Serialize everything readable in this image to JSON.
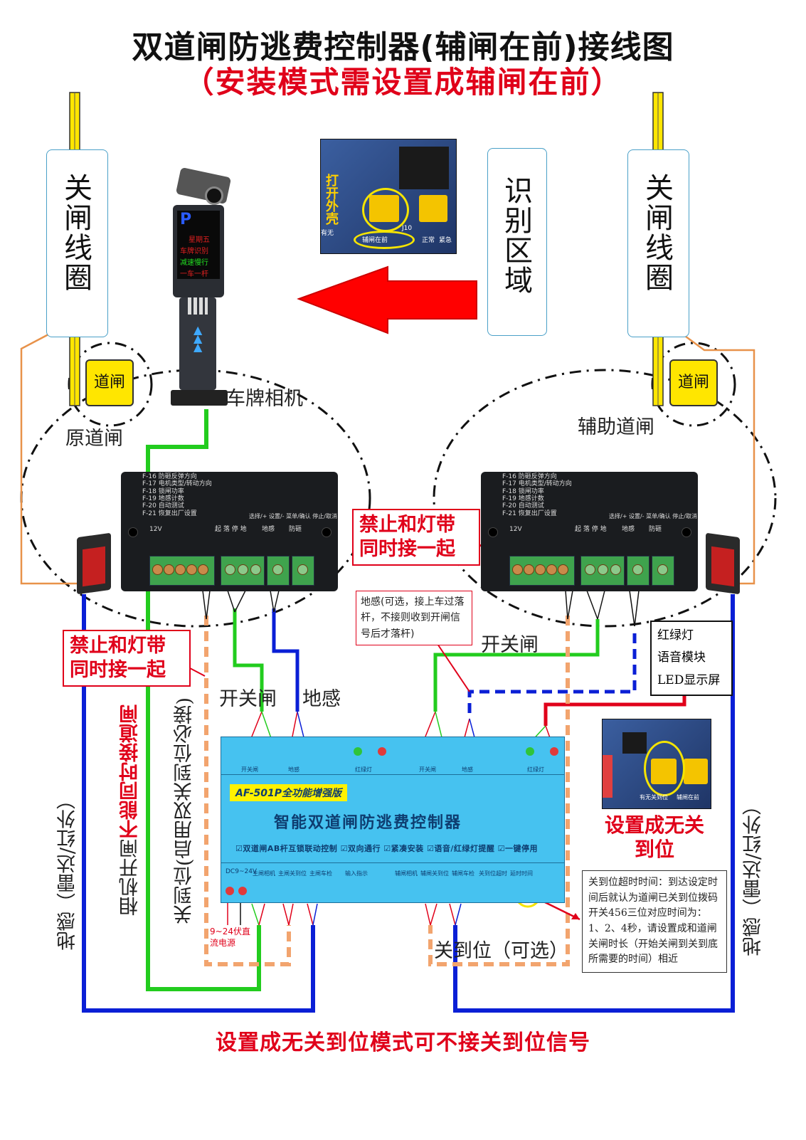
{
  "title": "双道闸防逃费控制器(辅闸在前)接线图",
  "subtitle": "（安装模式需设置成辅闸在前）",
  "labels": {
    "coil_left": "关闸线圈",
    "coil_right": "关闸线圈",
    "recognition_area": "识别区域",
    "gate": "道闸",
    "camera": "车牌相机",
    "original_gate": "原道闸",
    "aux_gate": "辅助道闸",
    "ban_left": "禁止和灯带同时接一起",
    "ban_right": "禁止和灯带同时接一起",
    "ground_sensor_note": "地感(可选，接上车过落杆，不接则收到开闸信号后才落杆)",
    "open_close_left": "开关闸",
    "ground_left": "地感",
    "open_close_right": "开关闸",
    "peripherals": [
      "红绿灯",
      "语音模块",
      "LED显示屏"
    ],
    "set_no_close": "设置成无关到位",
    "close_timeout_info": "关到位超时时间：到达设定时间后就认为道闸已关到位拨码开关456三位对应时间为：1、2、4秒，请设置成和道闸关闸时长（开始关闸到关到底所需要的时间）相近",
    "close_optional": "关到位（可选）",
    "close_required": "关到位(启用双关到位必接)",
    "camera_open_prefix": "相机开闸",
    "camera_open_warning": "不能同时接道闸",
    "ground_radar_left": "地感（雷达/红外）",
    "ground_radar_right": "地感（雷达/红外）",
    "power_note": "9~24伏直流电源",
    "footer": "设置成无关到位模式可不接关到位信号"
  },
  "camera_screen": {
    "p": "P",
    "lines": [
      "星期五",
      "车牌识别",
      "减速慢行",
      "一车一杆"
    ]
  },
  "photo_board": {
    "labels": [
      "打开外壳",
      "有无",
      "辅闸在前",
      "正常",
      "紧急",
      "J10"
    ]
  },
  "photo_board2": {
    "labels": [
      "有无关到位",
      "辅闸在前"
    ]
  },
  "controller_panel": {
    "menu_left": [
      "F-16 防砸反弹方向",
      "F-17 电机类型/转动方向",
      "F-18 锁闸功率",
      "F-19 地感计数",
      "F-20 自动测试",
      "F-21 恢复出厂设置"
    ],
    "menu_right": [
      "F-16 防砸反弹方向",
      "F-17 电机类型/转动方向",
      "F-18 锁闸功率",
      "F-19 地感计数",
      "F-20 自动测试",
      "F-21 恢复出厂设置"
    ],
    "key_labels": "选择/+  设置/-  菜单/确认  停止/取消",
    "terminal_groups": [
      "12V",
      "起 落 停 地",
      "地感",
      "防砸"
    ]
  },
  "main_controller": {
    "model": "AF-501P全功能增强版",
    "name": "智能双道闸防逃费控制器",
    "features": "☑双道闸AB杆互锁联动控制  ☑双向通行  ☑紧凑安装  ☑语音/红绿灯提醒  ☑一键停用",
    "power": "DC9~24V",
    "top_labels": [
      "开关闸",
      "地感",
      "红绿灯",
      "开关闸",
      "地感",
      "红绿灯"
    ],
    "bottom_labels": [
      "主闸相机",
      "主闸关到位",
      "主闸车检",
      "输入指示",
      "辅闸相机",
      "辅闸关到位",
      "辅闸车检",
      "关到位超时",
      "延时时间"
    ]
  },
  "colors": {
    "green": "#22cc1e",
    "blue": "#0a1fd6",
    "orange": "#f2a46e",
    "red": "#e0001a",
    "yellow": "#ffe600",
    "wire_orange": "#e8924a"
  }
}
